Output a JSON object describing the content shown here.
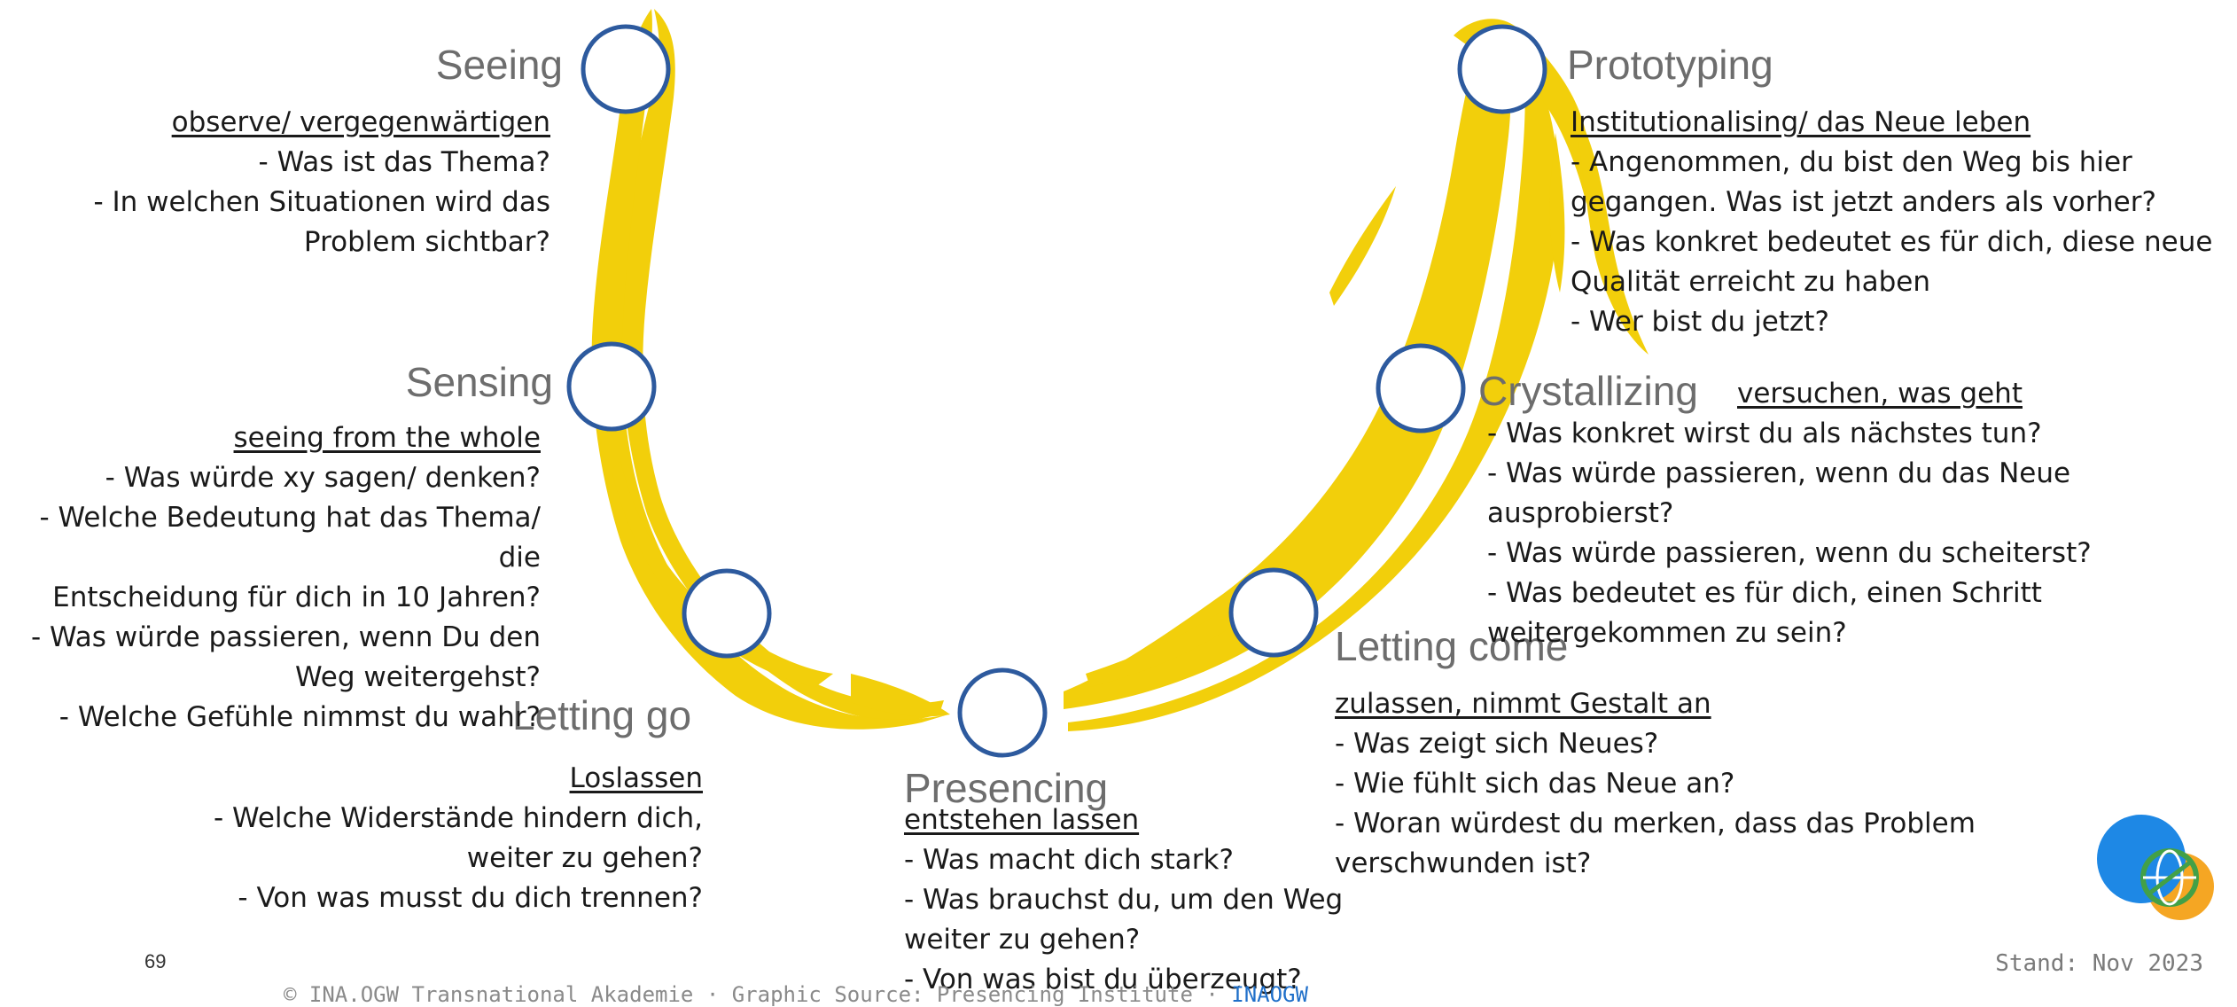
{
  "stages": {
    "seeing": {
      "title": "Seeing",
      "subtitle": "observe/ vergegenwärtigen",
      "lines": [
        "- Was ist das Thema?",
        "- In welchen Situationen wird das",
        "Problem sichtbar?"
      ]
    },
    "sensing": {
      "title": "Sensing",
      "subtitle": "seeing from the whole",
      "lines": [
        "- Was würde xy sagen/ denken?",
        "- Welche Bedeutung hat das Thema/ die",
        "Entscheidung für dich in 10 Jahren?",
        "- Was würde passieren, wenn Du den",
        "Weg weitergehst?",
        "- Welche Gefühle nimmst du wahr?"
      ]
    },
    "letting_go": {
      "title": "Letting go",
      "subtitle": "Loslassen",
      "lines": [
        "- Welche Widerstände hindern dich,",
        "weiter zu gehen?",
        "- Von was musst du dich trennen?"
      ]
    },
    "presencing": {
      "title": "Presencing",
      "subtitle": "entstehen lassen",
      "lines": [
        "- Was macht dich stark?",
        "- Was brauchst du, um den Weg",
        "weiter zu gehen?",
        "- Von was bist du überzeugt?"
      ]
    },
    "letting_come": {
      "title": "Letting come",
      "subtitle": "zulassen, nimmt Gestalt an",
      "lines": [
        "- Was zeigt sich Neues?",
        "- Wie fühlt sich das Neue an?",
        "- Woran würdest du merken, dass das Problem",
        "verschwunden ist?"
      ]
    },
    "crystallizing": {
      "title": "Crystallizing",
      "subtitle": "versuchen, was geht",
      "lines": [
        "- Was konkret wirst du als nächstes tun?",
        "- Was würde passieren, wenn du das Neue ausprobierst?",
        "- Was würde passieren, wenn du scheiterst?",
        "- Was bedeutet es für dich, einen Schritt",
        "weitergekommen zu sein?"
      ]
    },
    "prototyping": {
      "title": "Prototyping",
      "subtitle": "Institutionalising/ das Neue leben",
      "lines": [
        "- Angenommen, du bist den Weg bis hier",
        "gegangen. Was ist jetzt anders als vorher?",
        "- Was konkret bedeutet es für dich, diese neue",
        "Qualität erreicht zu haben",
        "- Wer bist du jetzt?"
      ]
    }
  },
  "page_number": "69",
  "stand": "Stand: Nov 2023",
  "footer": {
    "text": "© INA.OGW Transnational Akademie · Graphic Source: Presencing Institute · ",
    "link": "INAOGW"
  },
  "colors": {
    "u_shape": "#f2cf0b",
    "circle_stroke": "#2d5a9e",
    "title_gray": "#6d6d6d",
    "logo_blue": "#1e88e5",
    "logo_green": "#43a047",
    "logo_orange": "#f5a623"
  },
  "icons": {
    "stage_node": "circle",
    "logo": "globe-logo"
  }
}
